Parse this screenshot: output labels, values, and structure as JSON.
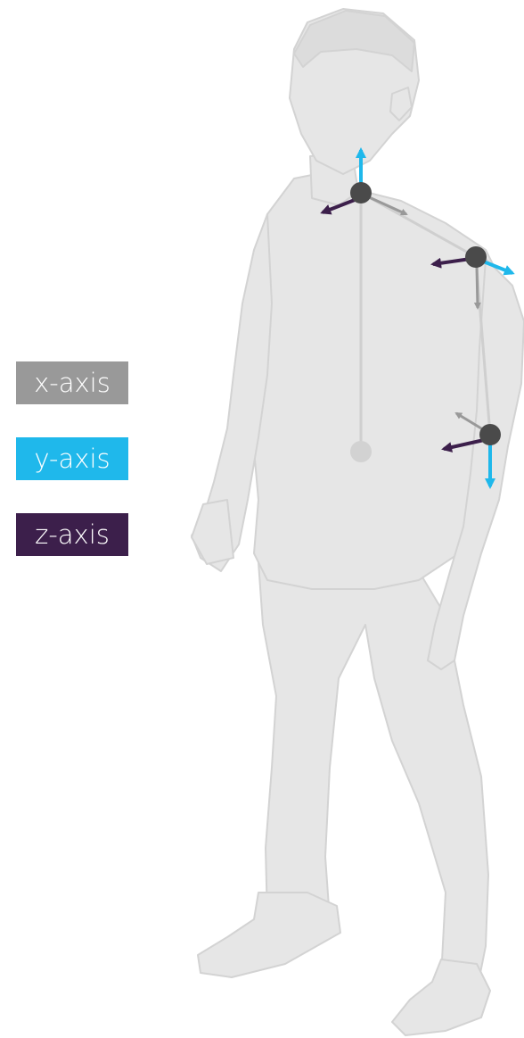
{
  "legend": [
    {
      "label": "x-axis",
      "color": "#999999"
    },
    {
      "label": "y-axis",
      "color": "#1fb8eb"
    },
    {
      "label": "z-axis",
      "color": "#3c1f4b"
    }
  ],
  "colors": {
    "body_fill": "#e6e6e6",
    "body_outline": "#d3d3d3",
    "bone": "#cfcfcf",
    "joint": "#4a4a4a",
    "root_joint": "#d2d2d2"
  },
  "joints": [
    "neck-joint",
    "shoulder-joint",
    "elbow-joint",
    "spine-base-joint"
  ]
}
